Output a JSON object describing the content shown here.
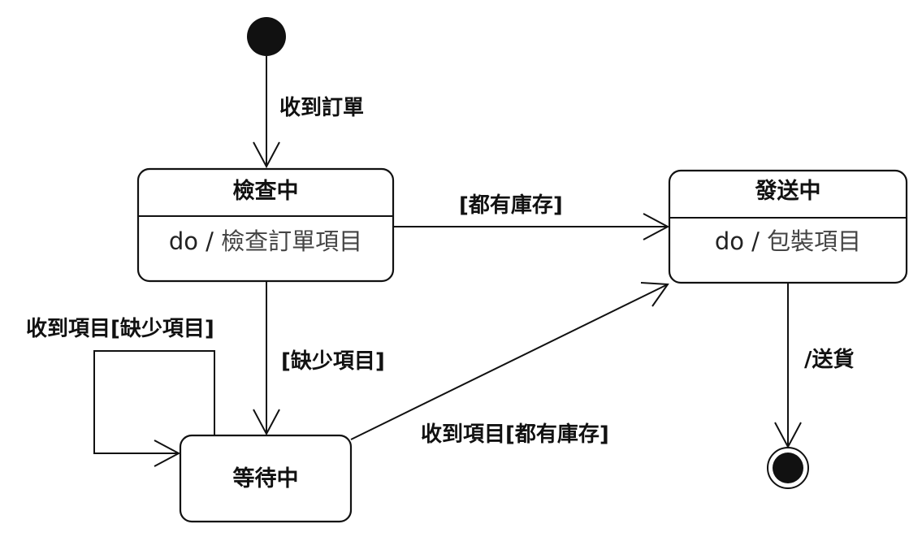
{
  "states": {
    "checking": {
      "name": "檢查中",
      "activity_prefix": "do / ",
      "activity": "檢查訂單項目"
    },
    "shipping": {
      "name": "發送中",
      "activity_prefix": "do / ",
      "activity": "包裝項目"
    },
    "waiting": {
      "name": "等待中"
    }
  },
  "transitions": {
    "received_order": "收到訂單",
    "all_in_stock": "[都有庫存]",
    "missing_items": "[缺少項目]",
    "self_loop": "收到項目[缺少項目]",
    "received_all_in_stock": "收到項目[都有庫存]",
    "ship": "/送貨"
  }
}
